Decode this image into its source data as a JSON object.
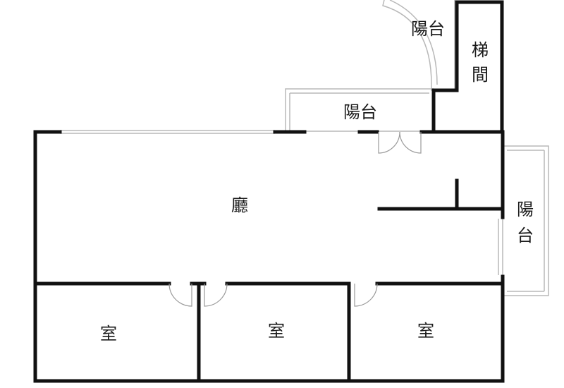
{
  "rooms": {
    "balcony_top": "陽台",
    "stairwell": [
      "梯",
      "間"
    ],
    "balcony_middle": "陽台",
    "living": "廳",
    "balcony_right": [
      "陽",
      "台"
    ],
    "room_left": "室",
    "room_center": "室",
    "room_right": "室"
  },
  "colors": {
    "wall": "#111111",
    "thin_line": "#b8b8b8",
    "background": "#ffffff"
  }
}
